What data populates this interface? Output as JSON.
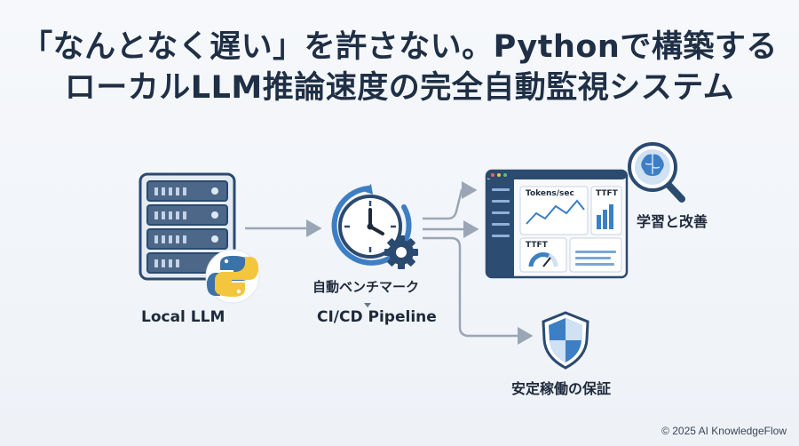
{
  "title": {
    "line1": "「なんとなく遅い」を許さない。Pythonで構築する",
    "line2": "ローカルLLM推論速度の完全自動監視システム"
  },
  "nodes": {
    "local_llm": "Local LLM",
    "auto_bench": "自動ベンチマーク",
    "cicd": "CI/CD Pipeline",
    "learning": "学習と改善",
    "stability": "安定稼働の保証"
  },
  "dashboard": {
    "panel1": "Tokens/sec",
    "panel2": "TTFT",
    "panel3": "TTFT"
  },
  "icons": {
    "server": "server-rack-icon",
    "python": "python-logo-icon",
    "clock": "clock-icon",
    "gear": "gear-icon",
    "dashboard": "dashboard-window-icon",
    "brain": "brain-magnifier-icon",
    "shield": "shield-icon"
  },
  "colors": {
    "primary": "#2b4a6f",
    "accent": "#3c7fc4",
    "arrow": "#9aa6b5",
    "light_blue": "#cfe1f3"
  },
  "copyright": "© 2025 AI KnowledgeFlow"
}
